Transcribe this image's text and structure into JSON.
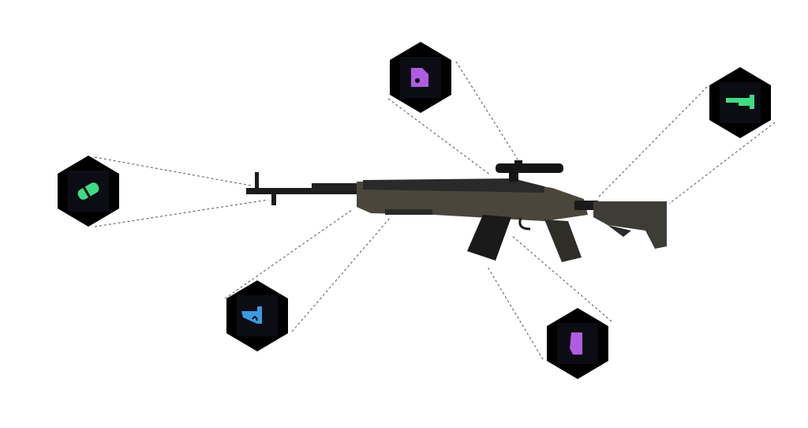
{
  "weapon": {
    "name_icon": "rifle-with-scope",
    "body_color": "#4a463c",
    "dark_color": "#1e1e1e"
  },
  "attachments": [
    {
      "id": "muzzle",
      "icon": "muzzle-icon",
      "color": "#3ddc84"
    },
    {
      "id": "scope",
      "icon": "scope-icon",
      "color": "#b05ce0"
    },
    {
      "id": "stock",
      "icon": "stock-icon",
      "color": "#3ddc84"
    },
    {
      "id": "foregrip",
      "icon": "foregrip-icon",
      "color": "#3a9be0"
    },
    {
      "id": "magazine",
      "icon": "magazine-icon",
      "color": "#b05ce0"
    }
  ]
}
